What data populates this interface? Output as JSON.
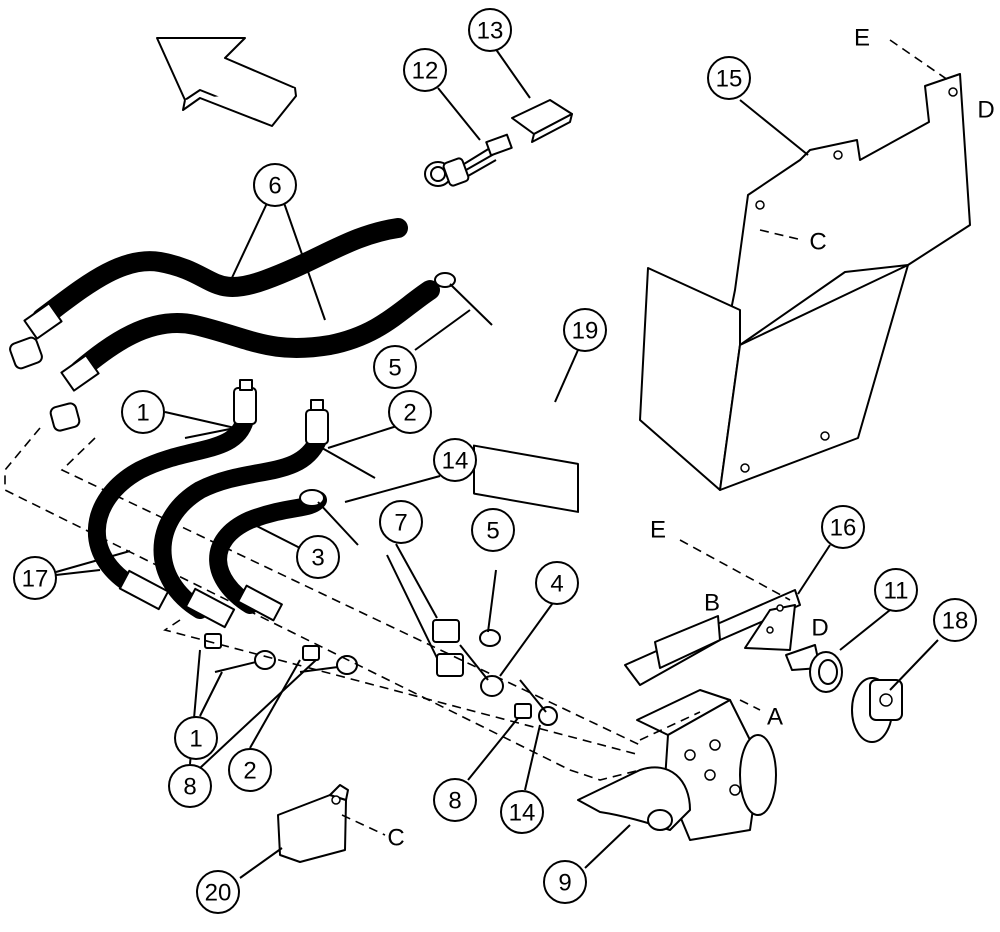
{
  "callouts": [
    {
      "id": "c6",
      "label": "6"
    },
    {
      "id": "c12",
      "label": "12"
    },
    {
      "id": "c13",
      "label": "13"
    },
    {
      "id": "c15",
      "label": "15"
    },
    {
      "id": "c5a",
      "label": "5"
    },
    {
      "id": "c19",
      "label": "19"
    },
    {
      "id": "c1a",
      "label": "1"
    },
    {
      "id": "c2a",
      "label": "2"
    },
    {
      "id": "c14a",
      "label": "14"
    },
    {
      "id": "c3",
      "label": "3"
    },
    {
      "id": "c7",
      "label": "7"
    },
    {
      "id": "c5b",
      "label": "5"
    },
    {
      "id": "c4",
      "label": "4"
    },
    {
      "id": "c16",
      "label": "16"
    },
    {
      "id": "c11",
      "label": "11"
    },
    {
      "id": "c18",
      "label": "18"
    },
    {
      "id": "c17",
      "label": "17"
    },
    {
      "id": "c1b",
      "label": "1"
    },
    {
      "id": "c2b",
      "label": "2"
    },
    {
      "id": "c8a",
      "label": "8"
    },
    {
      "id": "c8b",
      "label": "8"
    },
    {
      "id": "c14b",
      "label": "14"
    },
    {
      "id": "c9",
      "label": "9"
    },
    {
      "id": "c20",
      "label": "20"
    }
  ],
  "letters": {
    "e_top": "E",
    "d_top": "D",
    "c_top": "C",
    "e_mid": "E",
    "b": "B",
    "d_mid": "D",
    "a": "A",
    "c_bottom": "C"
  },
  "icons": [
    "direction-arrow-icon"
  ]
}
